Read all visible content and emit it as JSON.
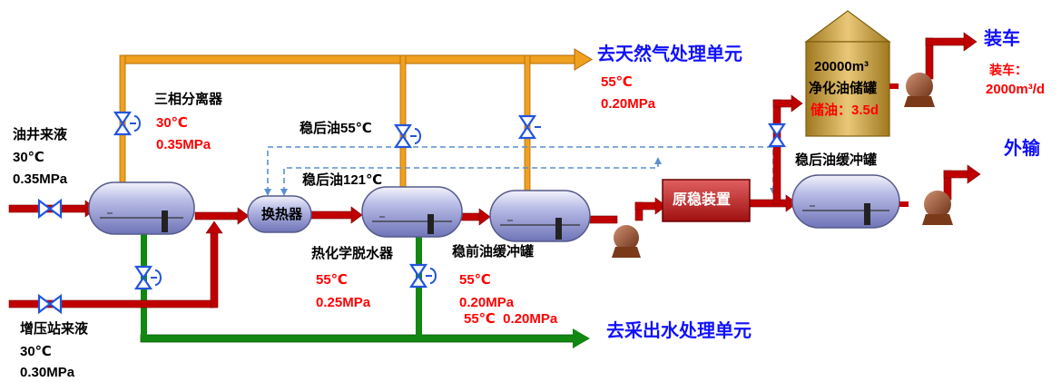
{
  "destinations": {
    "gas": "去天然气处理单元",
    "water": "去采出水处理单元",
    "loading": "装车",
    "export": "外输"
  },
  "inlets": {
    "well": {
      "name": "油井来液",
      "temp": "30℃",
      "pressure": "0.35MPa"
    },
    "booster": {
      "name": "增压站来液",
      "temp": "30℃",
      "pressure": "0.30MPa"
    }
  },
  "equipment": {
    "separator": {
      "name": "三相分离器",
      "temp": "30℃",
      "pressure": "0.35MPa"
    },
    "heat_exchanger": {
      "name": "换热器"
    },
    "dehydrator": {
      "name": "热化学脱水器",
      "temp": "55℃",
      "pressure": "0.25MPa"
    },
    "pre_buffer": {
      "name": "稳前油缓冲罐",
      "temp": "55℃",
      "pressure": "0.20MPa",
      "extra": "55℃  0.20MPa"
    },
    "stabilizer": {
      "name": "原稳装置"
    },
    "post_buffer": {
      "name": "稳后油缓冲罐"
    },
    "storage_tank": {
      "capacity": "20000m³",
      "name": "净化油储罐",
      "storage": "储油：3.5d"
    }
  },
  "streams": {
    "stab_oil_55": "稳后油55℃",
    "stab_oil_121": "稳后油121℃",
    "gas_conditions": {
      "temp": "55℃",
      "pressure": "0.20MPa"
    },
    "loading_rate": {
      "label": "装车：",
      "value": "2000m³/d"
    }
  },
  "colors": {
    "oil_line": "#c00000",
    "gas_line": "#f0a020",
    "water_line": "#118811",
    "return_line": "#5b8fd0",
    "vessel": "#8a8fd0",
    "valve": "#2255dd",
    "pump": "#8a4a2a",
    "tank": "#c8a040"
  }
}
